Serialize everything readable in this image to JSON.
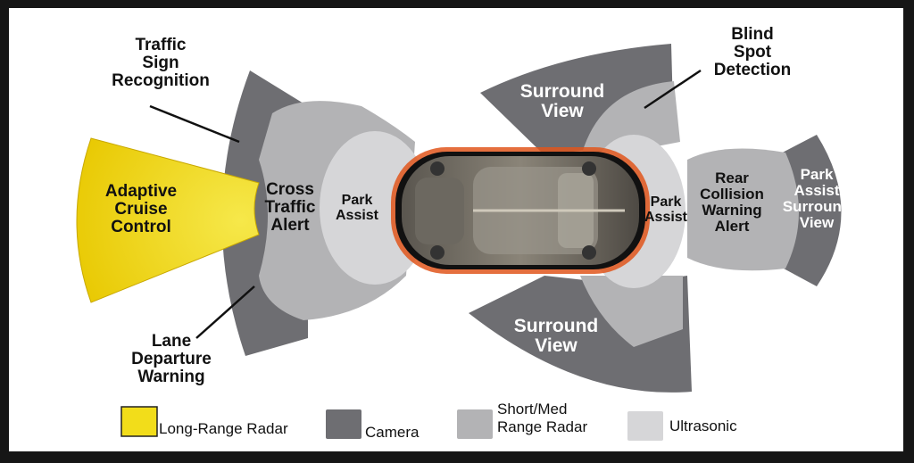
{
  "labels": {
    "traffic_sign": "Traffic\nSign\nRecognition",
    "blind_spot": "Blind\nSpot\nDetection",
    "adaptive_cruise": "Adaptive\nCruise\nControl",
    "cross_traffic": "Cross\nTraffic\nAlert",
    "park_assist_front": "Park\nAssist",
    "park_assist_rear": "Park\nAssist",
    "surround_top": "Surround\nView",
    "surround_bottom": "Surround\nView",
    "rear_collision": "Rear\nCollision\nWarning\nAlert",
    "park_assist_surround": "Park\nAssist\nSurround\nView",
    "lane_departure": "Lane\nDeparture\nWarning"
  },
  "legend": [
    {
      "label": "Long-Range Radar",
      "color": "#f2dd1a"
    },
    {
      "label": "Camera",
      "color": "#6e6e72"
    },
    {
      "label": "Short/Med\nRange Radar",
      "color": "#b3b3b5"
    },
    {
      "label": "Ultrasonic",
      "color": "#d6d6d8"
    }
  ],
  "colors": {
    "long_range_radar": "#f2dd1a",
    "camera": "#6e6e72",
    "short_med_radar": "#b3b3b5",
    "ultrasonic": "#d6d6d8",
    "car_glow": "#e0561c"
  },
  "icons": [
    "car-icon"
  ]
}
